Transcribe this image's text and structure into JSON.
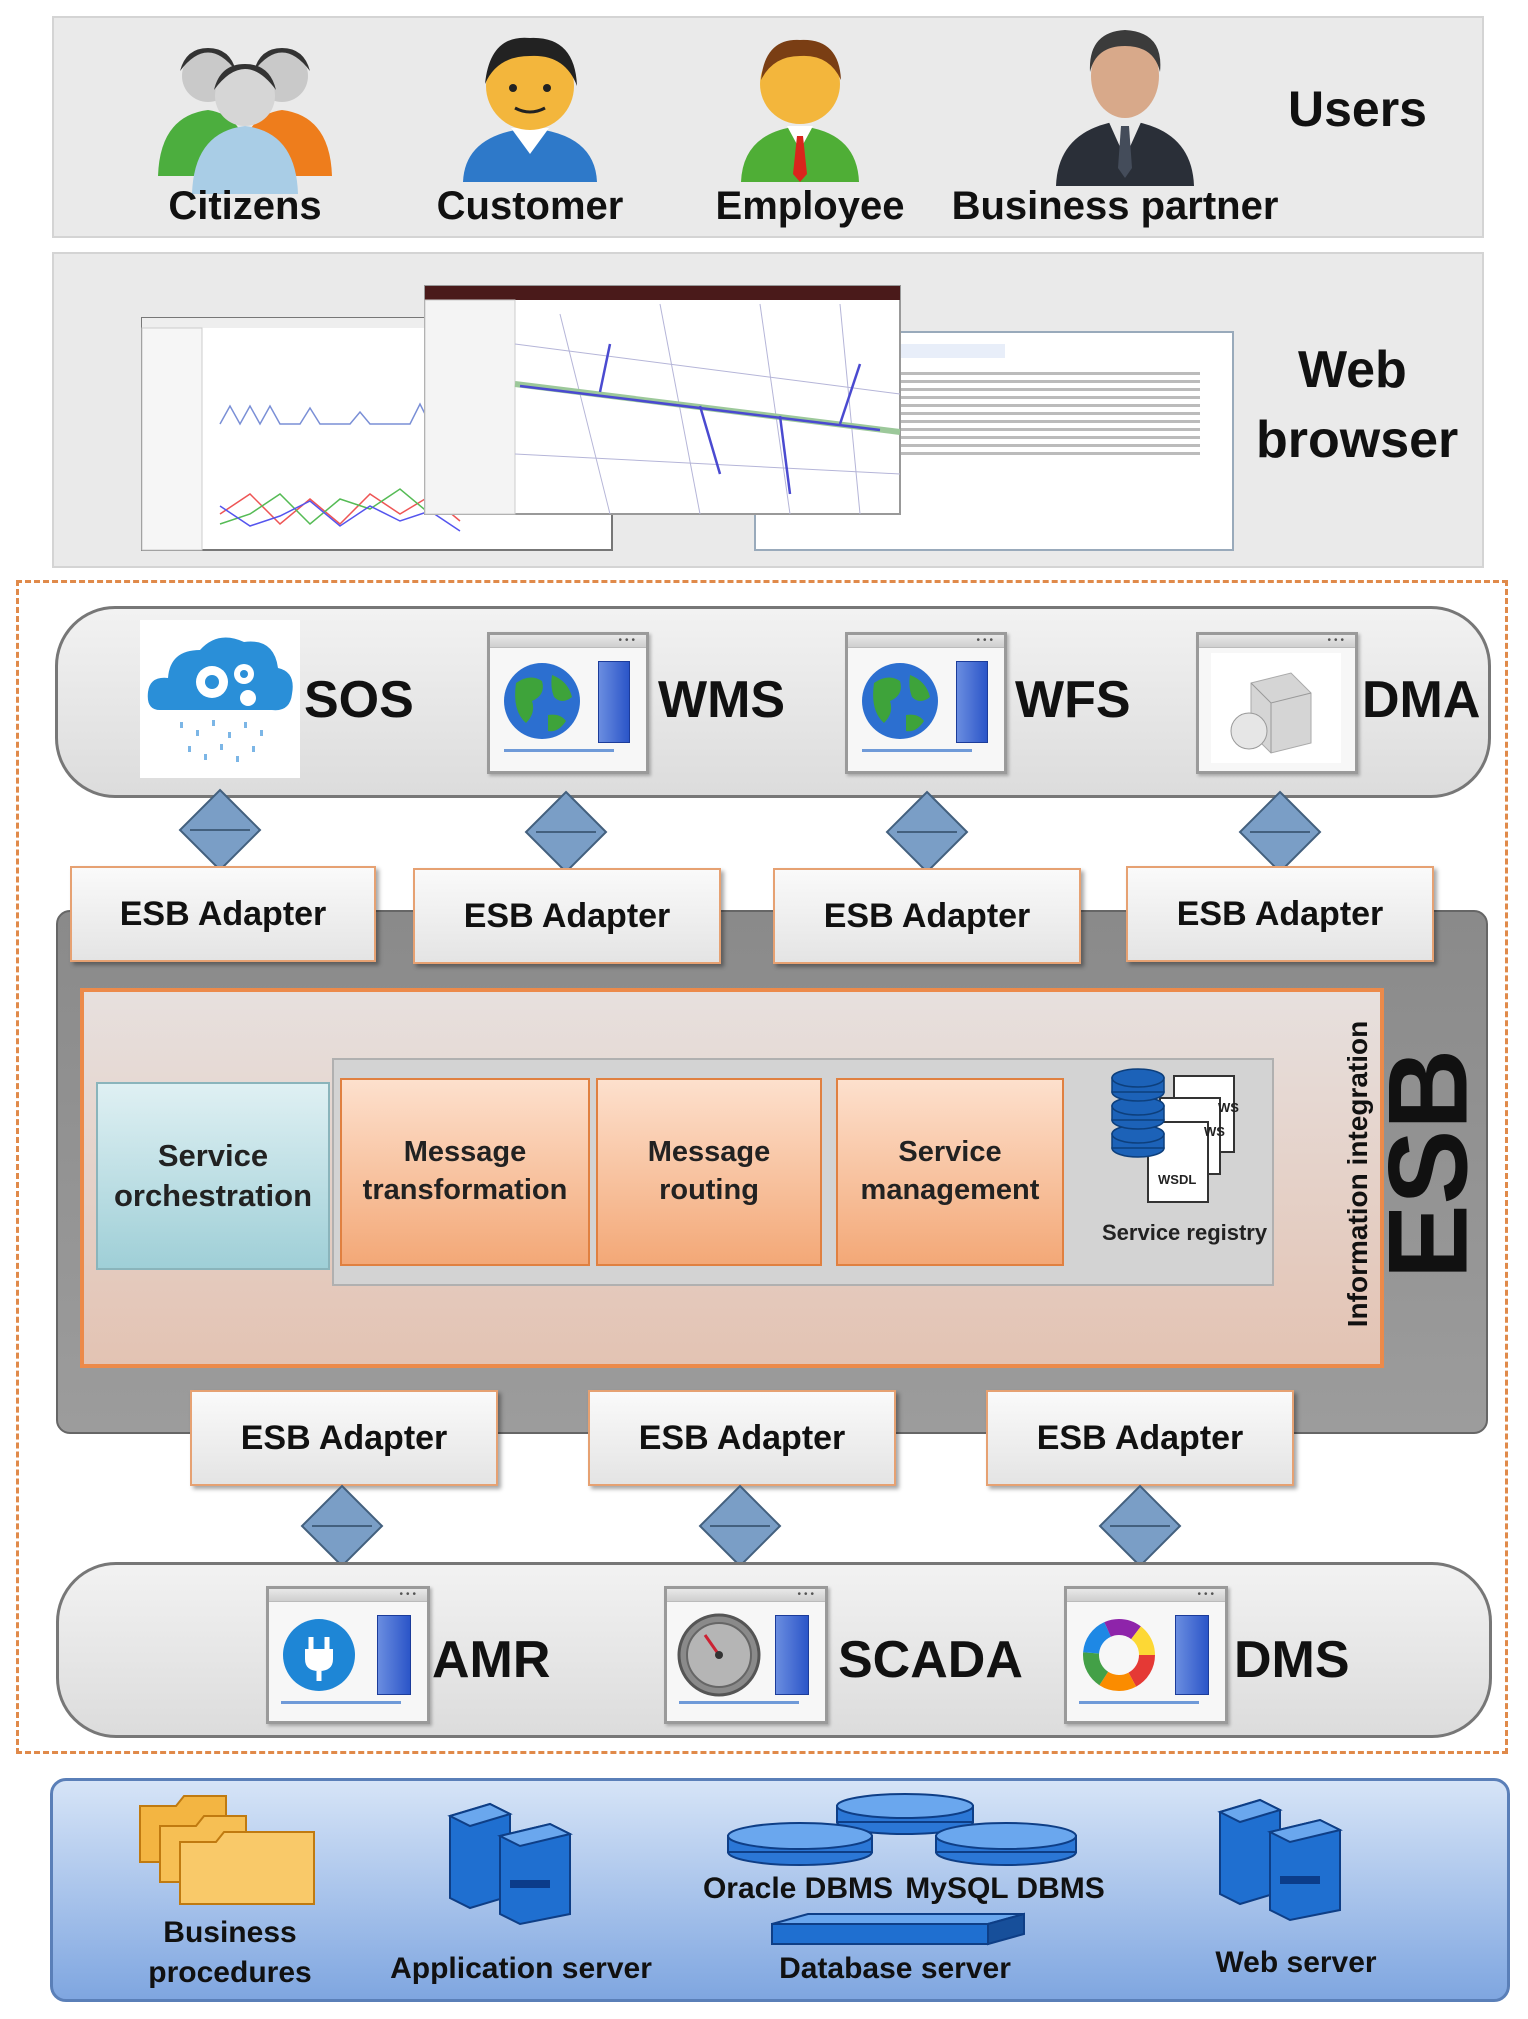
{
  "users": {
    "title": "Users",
    "items": [
      {
        "label": "Citizens"
      },
      {
        "label": "Customer"
      },
      {
        "label": "Employee"
      },
      {
        "label": "Business partner"
      }
    ]
  },
  "browser": {
    "title_line1": "Web",
    "title_line2": "browser"
  },
  "top_services": [
    {
      "label": "SOS",
      "icon": "cloud-gears-icon"
    },
    {
      "label": "WMS",
      "icon": "globe-window-icon"
    },
    {
      "label": "WFS",
      "icon": "globe-window-icon"
    },
    {
      "label": "DMA",
      "icon": "server-window-icon"
    }
  ],
  "adapter_label": "ESB Adapter",
  "esb": {
    "title": "ESB",
    "information_integration": "Information integration",
    "service_orchestration": "Service orchestration",
    "message_transformation": "Message transformation",
    "message_routing": "Message routing",
    "service_management": "Service management",
    "service_registry": "Service registry",
    "wsdl_label": "WSDL",
    "ws_label": "WS"
  },
  "bottom_services": [
    {
      "label": "AMR",
      "icon": "plug-window-icon"
    },
    {
      "label": "SCADA",
      "icon": "gauge-window-icon"
    },
    {
      "label": "DMS",
      "icon": "donut-window-icon"
    }
  ],
  "infrastructure": {
    "business_procedures_1": "Business",
    "business_procedures_2": "procedures",
    "application_server": "Application server",
    "oracle_dbms": "Oracle DBMS",
    "mysql_dbms": "MySQL DBMS",
    "database_server": "Database server",
    "web_server": "Web server"
  },
  "colors": {
    "accent_orange": "#ec8a4a",
    "esb_gray": "#8a8a8a",
    "infra_blue": "#8eb2e6"
  }
}
